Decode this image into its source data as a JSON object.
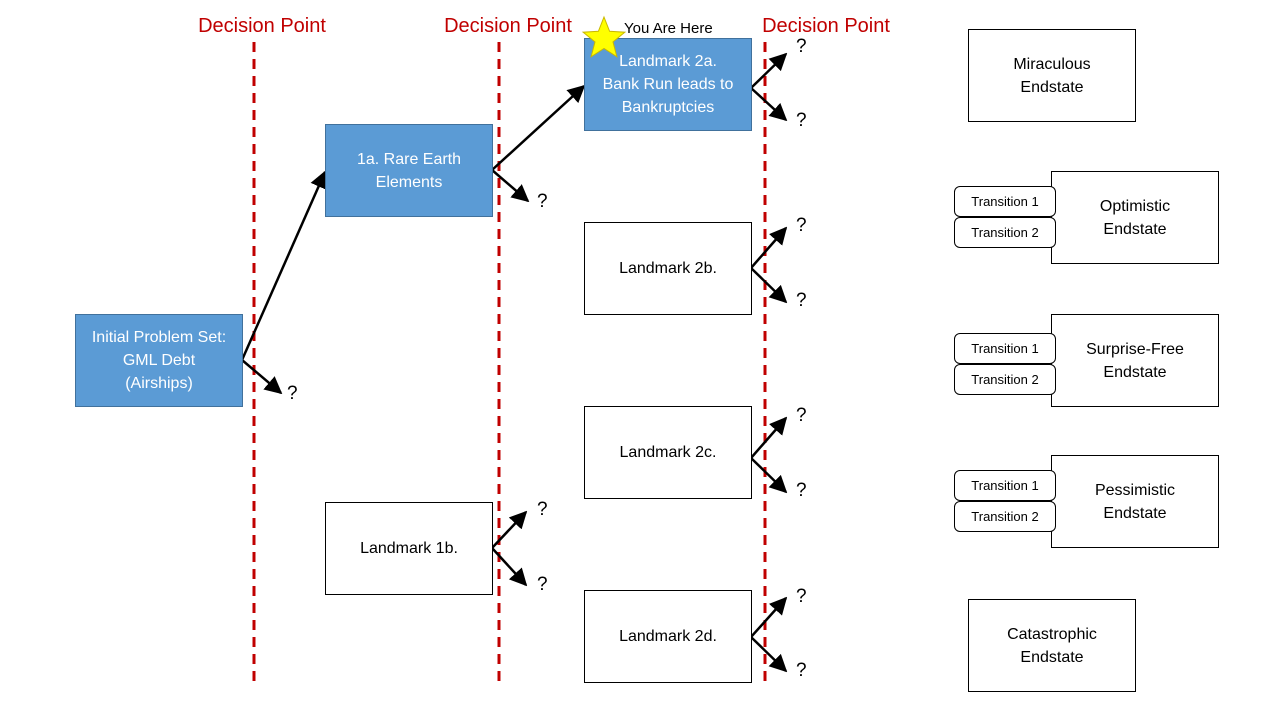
{
  "decision_points": [
    "Decision Point",
    "Decision Point",
    "Decision Point"
  ],
  "you_are_here": "You Are Here",
  "question_mark": "?",
  "nodes": {
    "initial": "Initial Problem Set:\nGML Debt\n(Airships)",
    "l1a": "1a. Rare Earth\nElements",
    "l1b": "Landmark 1b.",
    "l2a": "Landmark 2a.\nBank Run leads to\nBankruptcies",
    "l2b": "Landmark 2b.",
    "l2c": "Landmark 2c.",
    "l2d": "Landmark 2d."
  },
  "endstates": {
    "miraculous": "Miraculous\nEndstate",
    "optimistic": "Optimistic\nEndstate",
    "surprise_free": "Surprise-Free\nEndstate",
    "pessimistic": "Pessimistic\nEndstate",
    "catastrophic": "Catastrophic\nEndstate"
  },
  "transitions": [
    "Transition 1",
    "Transition 2"
  ],
  "colors": {
    "highlight": "#5b9bd5",
    "decision_line": "#c00000",
    "star": "#ffff00"
  }
}
